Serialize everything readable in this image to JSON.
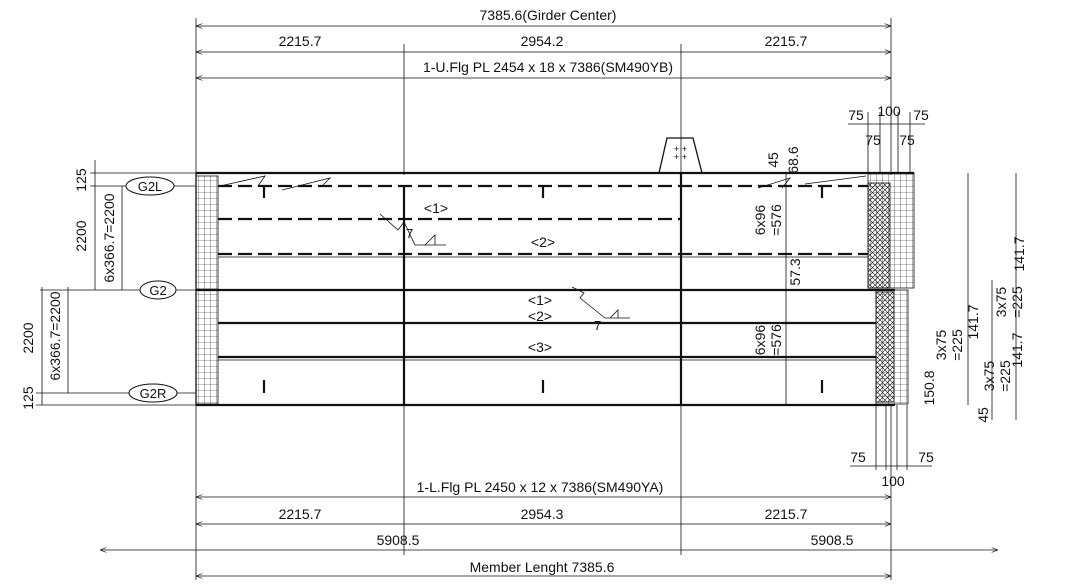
{
  "dimensions": {
    "girder_center": "7385.6(Girder Center)",
    "top_segments": [
      "2215.7",
      "2954.2",
      "2215.7"
    ],
    "upper_flange": "1-U.Flg PL 2454 x 18 x 7386(SM490YB)",
    "lower_flange": "1-L.Flg PL 2450 x 12 x 7386(SM490YA)",
    "bottom_segments": [
      "2215.7",
      "2954.3",
      "2215.7"
    ],
    "bottom_spans": [
      "5908.5",
      "5908.5"
    ],
    "member_length": "Member Lenght 7385.6"
  },
  "girders": {
    "g2l": "G2L",
    "g2": "G2",
    "g2r": "G2R"
  },
  "left_dims": {
    "upper_offset": "125",
    "upper_height": "2200",
    "upper_spacing": "6x366.7=2200",
    "lower_height": "2200",
    "lower_spacing": "6x366.7=2200",
    "lower_offset": "125"
  },
  "stiffeners": {
    "upper_1": "<1>",
    "upper_2": "<2>",
    "lower_1": "<1>",
    "lower_2": "<2>",
    "lower_3": "<3>",
    "weld_upper": "7",
    "weld_lower": "7"
  },
  "right_dims": {
    "bolt_top": [
      "75",
      "100",
      "75"
    ],
    "bolt_top_inner": [
      "75",
      "75"
    ],
    "edge_top": "45",
    "edge_top_b": "68.6",
    "pitch_upper": "6x96",
    "pitch_upper_b": "=576",
    "gap_mid": "57.3",
    "pitch_lower": "6x96",
    "pitch_lower_b": "=576",
    "edge_lower": "150.8",
    "pitch_far_right": "141.7",
    "pitch_far_right_b": "141.7",
    "col_1": "3x75",
    "col_1_b": "=225",
    "col_2": "141.7",
    "col_3": "3x75",
    "col_3_b": "=225",
    "col_4": "3x75",
    "col_4_b": "=225",
    "bottom_edge": "45",
    "bolt_bottom": [
      "75",
      "100",
      "75"
    ]
  }
}
